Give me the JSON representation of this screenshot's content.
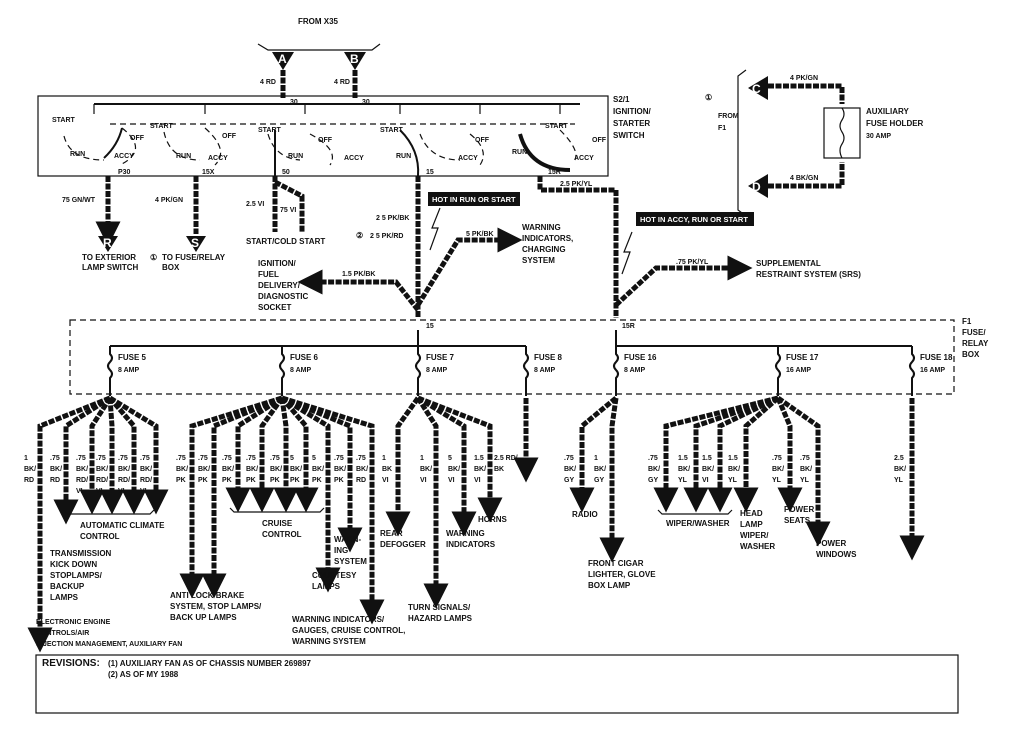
{
  "header": {
    "source": "FROM X35"
  },
  "connectors": {
    "a": "A",
    "b": "B",
    "c": "C",
    "d": "D",
    "r": "R",
    "s": "S"
  },
  "top_wires": {
    "a_wire": "4 RD",
    "b_wire": "4 RD",
    "a_pin": "30",
    "b_pin": "30"
  },
  "switch": {
    "label": [
      "S2/1",
      "IGNITION/",
      "STARTER",
      "SWITCH"
    ],
    "start": "START",
    "off": "OFF",
    "run": "RUN",
    "accy": "ACCY",
    "pins": {
      "p1": "P30",
      "p2": "15X",
      "p3": "50",
      "p4": "15",
      "p5": "15R"
    }
  },
  "aux_fuse": {
    "circle": "①",
    "from_label": [
      "FROM",
      "F1"
    ],
    "top_wire": "4 PK/GN",
    "bottom_wire": "4 BK/GN",
    "label": [
      "AUXILIARY",
      "FUSE HOLDER",
      "30 AMP"
    ]
  },
  "outputs": {
    "ext_wire": "75 GN/WT",
    "ext_label": [
      "TO EXTERIOR",
      "LAMP SWITCH"
    ],
    "fuse_wire": "4 PK/GN",
    "fuse_circle": "①",
    "fuse_label": [
      "TO FUSE/RELAY",
      "BOX"
    ],
    "start_wire1": "2.5 VI",
    "start_wire2": "75 VI",
    "start_label": "START/COLD START",
    "r15_wire1": "2 5 PK/BK",
    "r15_circle": "②",
    "r15_wire2": "2 5 PK/RD",
    "hot_run": "HOT IN RUN OR START",
    "warn_wire": "5 PK/BK",
    "warn_label": [
      "WARNING",
      "INDICATORS,",
      "CHARGING",
      "SYSTEM"
    ],
    "ign_wire": "1.5 PK/BK",
    "ign_label": [
      "IGNITION/",
      "FUEL",
      "DELIVERY/",
      "DIAGNOSTIC",
      "SOCKET"
    ],
    "r15r_wire": "2.5 PK/YL",
    "hot_accy": "HOT IN ACCY, RUN OR START",
    "srs_wire": ".75 PK/YL",
    "srs_label": [
      "SUPPLEMENTAL",
      "RESTRAINT SYSTEM (SRS)"
    ],
    "bus15": "15",
    "bus15r": "15R"
  },
  "fuse_box": {
    "label": [
      "F1",
      "FUSE/",
      "RELAY",
      "BOX"
    ],
    "fuses": [
      {
        "name": "FUSE 5",
        "amp": "8 AMP"
      },
      {
        "name": "FUSE 6",
        "amp": "8 AMP"
      },
      {
        "name": "FUSE 7",
        "amp": "8 AMP"
      },
      {
        "name": "FUSE 8",
        "amp": "8 AMP"
      },
      {
        "name": "FUSE 16",
        "amp": "8 AMP"
      },
      {
        "name": "FUSE 17",
        "amp": "16 AMP"
      },
      {
        "name": "FUSE 18",
        "amp": "16 AMP"
      }
    ]
  },
  "branches": {
    "f5": [
      [
        "1",
        "BK/",
        "RD"
      ],
      [
        ".75",
        "BK/",
        "RD"
      ],
      [
        ".75",
        "BK/",
        "RD/",
        "VI"
      ],
      [
        ".75",
        "BK/",
        "RD/",
        "VI"
      ],
      [
        ".75",
        "BK/",
        "RD/",
        "VI"
      ],
      [
        ".75",
        "BK/",
        "RD/",
        "VI"
      ]
    ],
    "f6": [
      [
        ".75",
        "BK/",
        "PK"
      ],
      [
        ".75",
        "BK/",
        "PK"
      ],
      [
        ".75",
        "BK/",
        "PK"
      ],
      [
        ".75",
        "BK/",
        "PK"
      ],
      [
        ".75",
        "BK/",
        "PK"
      ],
      [
        "5",
        "BK/",
        "PK"
      ],
      [
        "5",
        "BK/",
        "PK"
      ],
      [
        ".75",
        "BK/",
        "PK"
      ],
      [
        ".75",
        "BK/",
        "RD"
      ]
    ],
    "f7": [
      [
        "1",
        "BK",
        "VI"
      ],
      [
        "1",
        "BK/",
        "VI"
      ],
      [
        "5",
        "BK/",
        "VI"
      ],
      [
        "1.5",
        "BK/",
        "VI"
      ]
    ],
    "f8": [
      "2.5 RD/",
      "BK"
    ],
    "f16": [
      [
        ".75",
        "BK/",
        "GY"
      ],
      [
        "1",
        "BK/",
        "GY"
      ]
    ],
    "f17": [
      [
        ".75",
        "BK/",
        "GY"
      ],
      [
        "1.5",
        "BK/",
        "YL"
      ],
      [
        "1.5",
        "BK/",
        "VI"
      ],
      [
        "1.5",
        "BK/",
        "YL"
      ],
      [
        ".75",
        "BK/",
        "YL"
      ],
      [
        ".75",
        "BK/",
        "YL"
      ]
    ],
    "f18": [
      "2.5",
      "BK/",
      "YL"
    ]
  },
  "destinations": {
    "auto_climate": [
      "AUTOMATIC CLIMATE",
      "CONTROL"
    ],
    "transmission": [
      "TRANSMISSION",
      "KICK DOWN",
      "STOPLAMPS/",
      "BACKUP",
      "LAMPS"
    ],
    "electronic": [
      "ELECTRONIC ENGINE",
      "CONTROLS/AIR",
      "INJECTION MANAGEMENT, AUXILIARY FAN"
    ],
    "cruise": [
      "CRUISE",
      "CONTROL"
    ],
    "antilock": [
      "ANTI LOCK BRAKE",
      "SYSTEM, STOP LAMPS/",
      "BACK UP LAMPS"
    ],
    "warning_sys": [
      "WARN-",
      "ING",
      "SYSTEM"
    ],
    "courtesy": [
      "COURTESY",
      "LAMPS"
    ],
    "warn_gauges": [
      "WARNING INDICATORS/",
      "GAUGES, CRUISE CONTROL,",
      "WARNING SYSTEM"
    ],
    "rear_defogger": [
      "REAR",
      "DEFOGGER"
    ],
    "warn_ind": [
      "WARNING",
      "INDICATORS"
    ],
    "horns": "HORNS",
    "turn": [
      "TURN SIGNALS/",
      "HAZARD LAMPS"
    ],
    "radio": "RADIO",
    "cigar": [
      "FRONT CIGAR",
      "LIGHTER, GLOVE",
      "BOX LAMP"
    ],
    "wiper": "WIPER/WASHER",
    "headlamp": [
      "HEAD",
      "LAMP",
      "WIPER/",
      "WASHER"
    ],
    "power_seats": [
      "POWER",
      "SEATS"
    ],
    "power_windows": [
      "POWER",
      "WINDOWS"
    ]
  },
  "revisions": {
    "title": "REVISIONS:",
    "r1": "(1)  AUXILIARY FAN AS OF CHASSIS NUMBER 269897",
    "r2": "(2)  AS OF MY 1988"
  }
}
